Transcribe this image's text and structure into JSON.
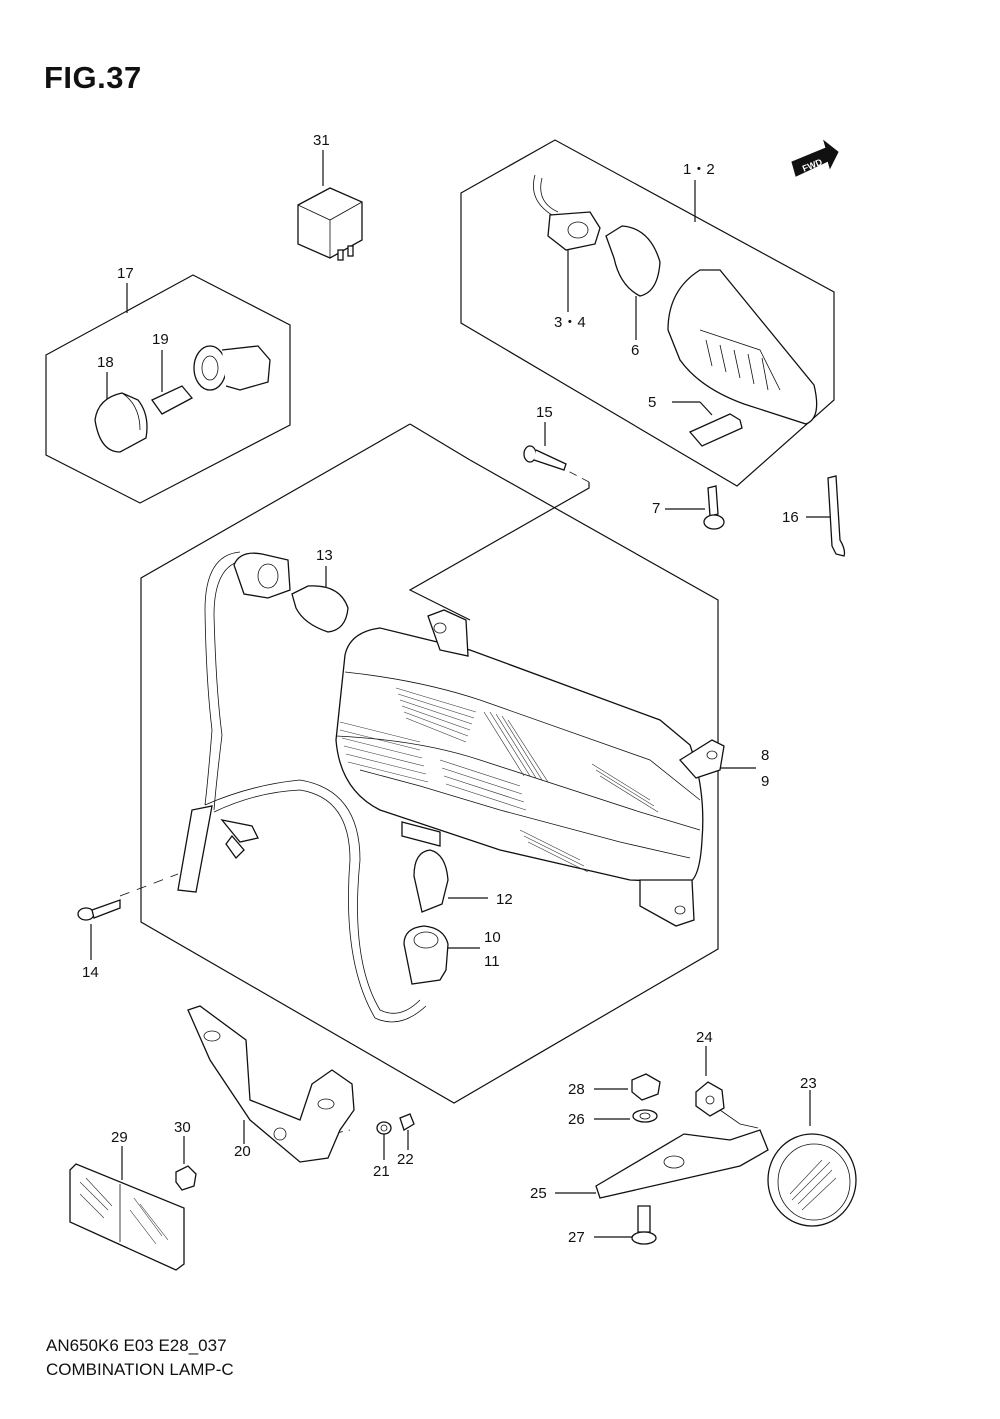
{
  "figure": {
    "title": "FIG.37",
    "model_code": "AN650K6 E03 E28_037",
    "caption": "COMBINATION LAMP-C",
    "direction_badge": "FWD"
  },
  "callouts": {
    "c1_2": "1・2",
    "c3_4": "3・4",
    "c5": "5",
    "c6": "6",
    "c7": "7",
    "c8": "8",
    "c9": "9",
    "c10": "10",
    "c11": "11",
    "c12": "12",
    "c13": "13",
    "c14": "14",
    "c15": "15",
    "c16": "16",
    "c17": "17",
    "c18": "18",
    "c19": "19",
    "c20": "20",
    "c21": "21",
    "c22": "22",
    "c23": "23",
    "c24": "24",
    "c25": "25",
    "c26": "26",
    "c27": "27",
    "c28": "28",
    "c29": "29",
    "c30": "30",
    "c31": "31"
  }
}
